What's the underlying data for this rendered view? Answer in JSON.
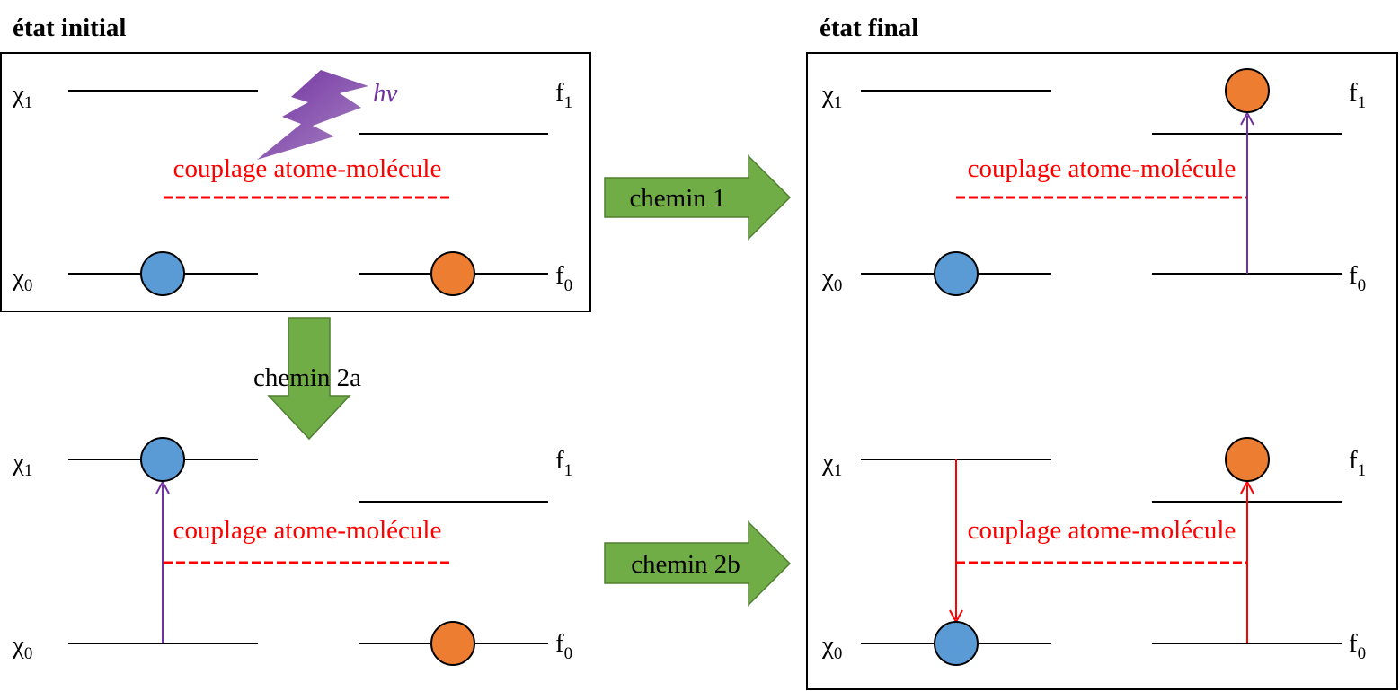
{
  "headings": {
    "initial": "état initial",
    "final": "état final"
  },
  "levels": {
    "chi1": "χ",
    "chi1_sub": "1",
    "chi0": "χ",
    "chi0_sub": "0",
    "f1": "f",
    "f1_sub": "1",
    "f0": "f",
    "f0_sub": "0"
  },
  "coupling_label": "couplage atome-molécule",
  "photon_label": "hv",
  "paths": {
    "path1": "chemin 1",
    "path2a": "chemin 2a",
    "path2b": "chemin 2b"
  },
  "colors": {
    "atom": "#5b9bd5",
    "molecule": "#ed7d31",
    "coupling": "#ff0000",
    "excitation": "#7030a0",
    "photon": "#7030a0",
    "path_arrow": "#70ad47",
    "path_arrow_border": "#507e32"
  }
}
